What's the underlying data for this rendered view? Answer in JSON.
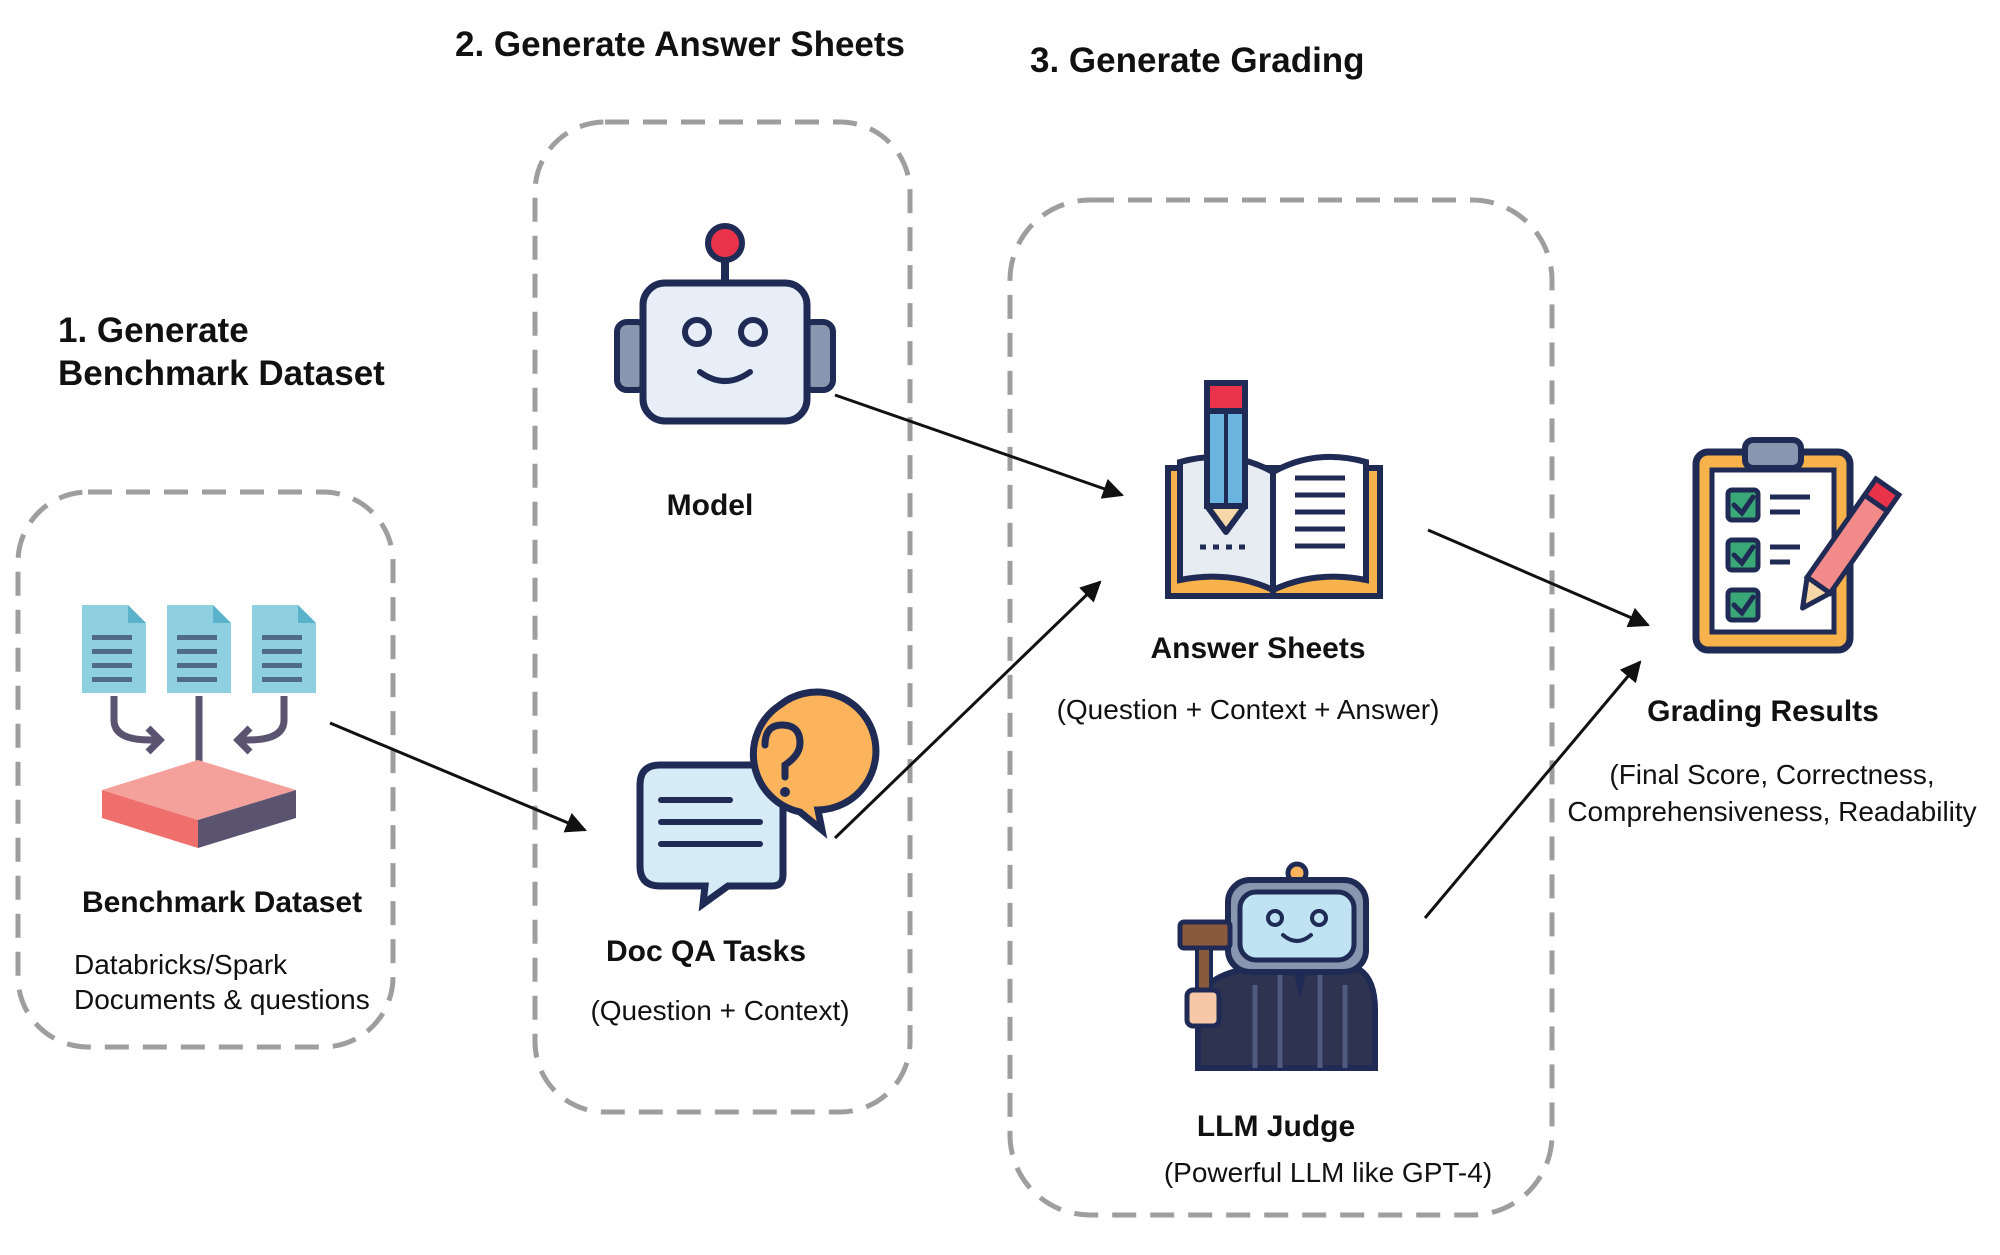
{
  "stages": [
    {
      "title_line1": "1. Generate",
      "title_line2": "Benchmark Dataset"
    },
    {
      "title": "2. Generate Answer Sheets"
    },
    {
      "title": "3. Generate Grading"
    }
  ],
  "nodes": {
    "benchmark_dataset": {
      "label": "Benchmark Dataset",
      "sub_line1": "Databricks/Spark",
      "sub_line2": "Documents & questions",
      "icon": "database-documents-icon"
    },
    "model": {
      "label": "Model",
      "icon": "robot-icon"
    },
    "doc_qa_tasks": {
      "label": "Doc QA Tasks",
      "sub": "(Question + Context)",
      "icon": "chat-question-icon"
    },
    "answer_sheets": {
      "label": "Answer Sheets",
      "sub": "(Question + Context + Answer)",
      "icon": "book-pencil-icon"
    },
    "llm_judge": {
      "label": "LLM Judge",
      "sub": "(Powerful LLM like GPT-4)",
      "icon": "robot-judge-icon"
    },
    "grading_results": {
      "label": "Grading Results",
      "sub_line1": "(Final Score, Correctness,",
      "sub_line2": "Comprehensiveness, Readability",
      "icon": "clipboard-checklist-icon"
    }
  },
  "colors": {
    "dashed_border": "#9e9e9e",
    "arrow": "#111111",
    "doc_blue": "#8ecfe0",
    "db_red": "#ef6f6c",
    "robot_body": "#e7eef8",
    "robot_outline": "#1f2a55",
    "accent_red": "#e8334a",
    "speech_orange": "#fbb45c",
    "book_orange": "#f7b24b",
    "check_green": "#3aa876"
  }
}
